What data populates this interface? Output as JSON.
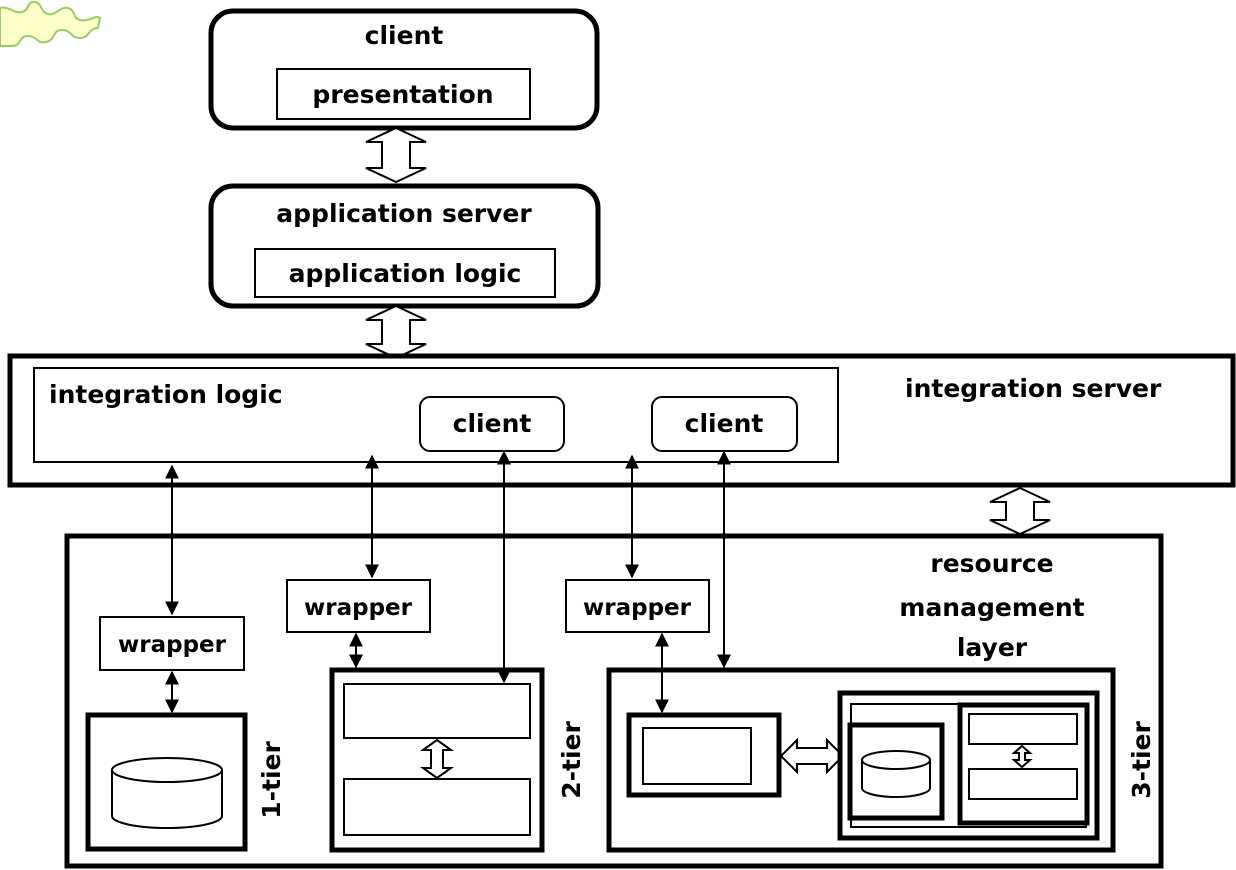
{
  "client": {
    "title": "client",
    "inner": "presentation"
  },
  "app_server": {
    "title": "application server",
    "inner": "application logic"
  },
  "integration": {
    "logic_label": "integration logic",
    "server_label": "integration server",
    "client_a": "client",
    "client_b": "client"
  },
  "resource_layer": {
    "label_line1": "resource",
    "label_line2": "management",
    "label_line3": "layer"
  },
  "wrappers": {
    "w1": "wrapper",
    "w2": "wrapper",
    "w3": "wrapper"
  },
  "tiers": {
    "one": "1-tier",
    "two": "2-tier",
    "three": "3-tier"
  },
  "colors": {
    "stroke": "#000000",
    "background": "#ffffff",
    "puzzle_fill": "#ffffcc",
    "puzzle_stroke": "#99cc66"
  }
}
